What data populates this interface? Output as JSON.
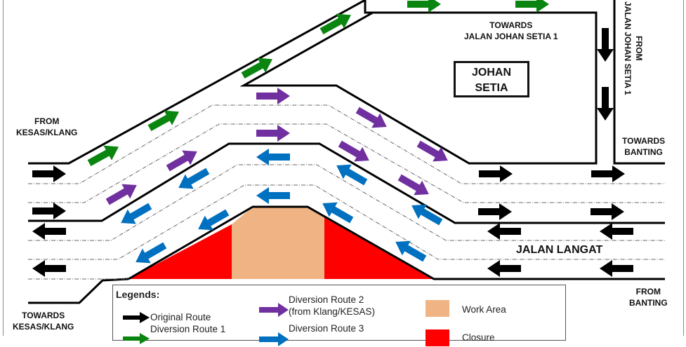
{
  "colors": {
    "road_line": "#000000",
    "lane_divider": "#555555",
    "original_route": "#000000",
    "diversion_route_1": "#0a8510",
    "diversion_route_2": "#7030a0",
    "diversion_route_3": "#0070c0",
    "work_area": "#f0b484",
    "closure": "#ff0000"
  },
  "labels": {
    "from_kesas_klang": [
      "FROM",
      "KESAS/KLANG"
    ],
    "towards_kesas_klang": [
      "TOWARDS",
      "KESAS/KLANG"
    ],
    "towards_jalan_johan_setia_1": [
      "TOWARDS",
      "JALAN JOHAN SETIA 1"
    ],
    "from_jalan_johan_setia_1": [
      "FROM",
      "JALAN JOHAN SETIA 1"
    ],
    "towards_banting": [
      "TOWARDS",
      "BANTING"
    ],
    "from_banting": [
      "FROM",
      "BANTING"
    ],
    "johan_setia": [
      "JOHAN",
      "SETIA"
    ],
    "jalan_langat": "JALAN LANGAT"
  },
  "legend": {
    "title": "Legends:",
    "items": [
      {
        "key": "original_route",
        "label": "Original Route",
        "symbol": "arrow-right",
        "color": "#000000"
      },
      {
        "key": "diversion_route_1",
        "label": "Diversion Route 1",
        "symbol": "arrow-right",
        "color": "#0a8510"
      },
      {
        "key": "diversion_route_2",
        "label": "Diversion Route 2",
        "label_line2": "(from Klang/KESAS)",
        "symbol": "arrow-right",
        "color": "#7030a0"
      },
      {
        "key": "diversion_route_3",
        "label": "Diversion Route 3",
        "symbol": "arrow-right",
        "color": "#0070c0"
      },
      {
        "key": "work_area",
        "label": "Work Area",
        "symbol": "swatch",
        "color": "#f0b484"
      },
      {
        "key": "closure",
        "label": "Closure",
        "symbol": "swatch",
        "color": "#ff0000"
      }
    ]
  }
}
